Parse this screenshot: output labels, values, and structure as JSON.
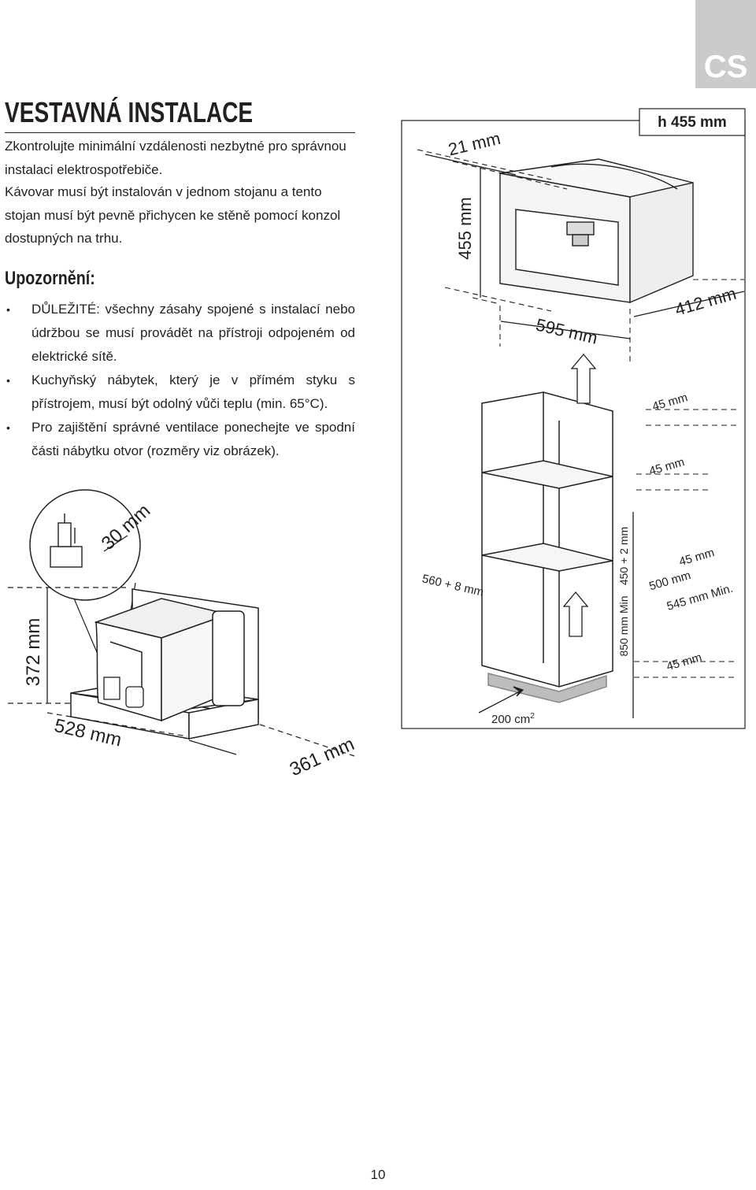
{
  "lang_tab": "CS",
  "title": "VESTAVNÁ INSTALACE",
  "intro": [
    "Zkontrolujte minimální vzdálenosti nezbytné pro správnou instalaci elektrospotřebiče.",
    "Kávovar musí být instalován v jednom stojanu a tento stojan musí být pevně přichycen ke stěně pomocí konzol dostupných na trhu."
  ],
  "warning": {
    "heading": "Upozornění:",
    "items": [
      "DŮLEŽITÉ: všechny zásahy spojené s instalací nebo údržbou se musí provádět na přístroji odpojeném od elektrické sítě.",
      "Kuchyňský nábytek, který je v přímém styku s přístrojem, musí být odolný vůči teplu (min. 65°C).",
      "Pro zajištění správné ventilace ponechejte ve spodní části nábytku otvor (rozměry viz obrázek)."
    ]
  },
  "right_figure": {
    "height_label": "h 455 mm",
    "dims": {
      "d21": "21 mm",
      "d455": "455 mm",
      "d595": "595 mm",
      "d412": "412 mm",
      "d45a": "45 mm",
      "d45b": "45 mm",
      "d45c": "45 mm",
      "d45d": "45 mm",
      "d560": "560 + 8 mm",
      "d450": "450 + 2 mm",
      "d850": "850 mm Min",
      "d500": "500 mm",
      "d545": "545 mm Min.",
      "d200": "200 cm",
      "d200_sup": "2"
    }
  },
  "left_figure": {
    "dims": {
      "d30": "30 mm",
      "d372": "372 mm",
      "d528": "528 mm",
      "d361": "361 mm"
    }
  },
  "page_number": "10"
}
